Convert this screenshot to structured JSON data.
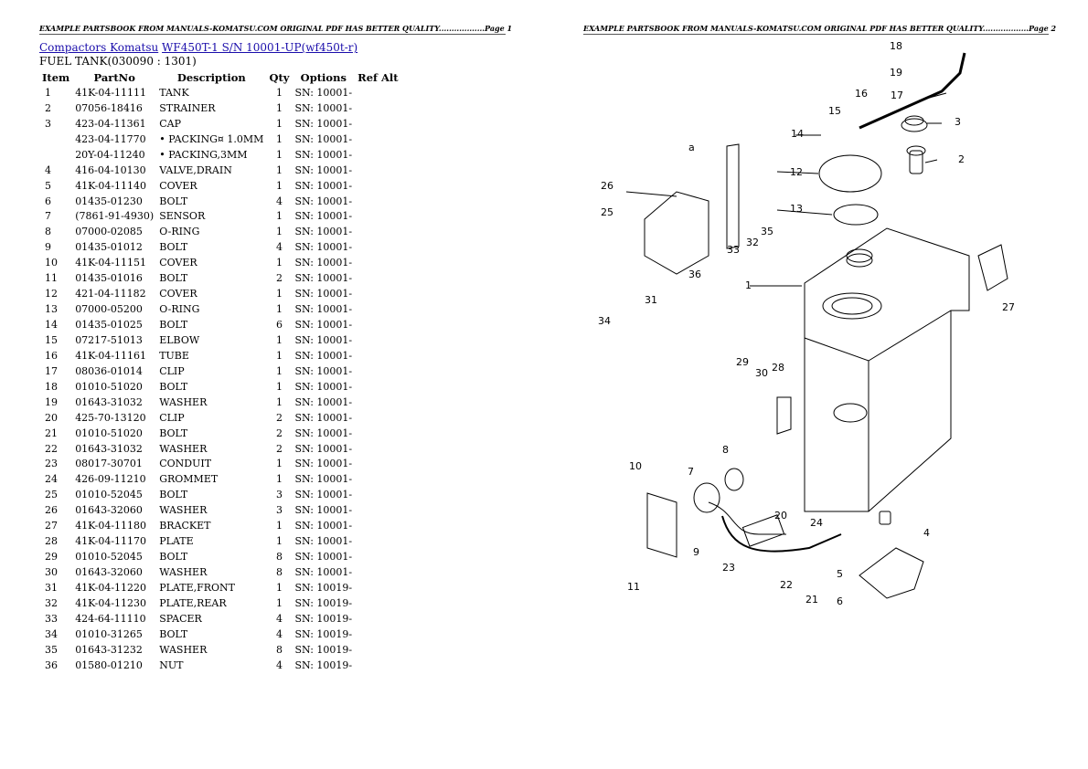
{
  "header": {
    "page1": "EXAMPLE PARTSBOOK FROM MANUALS-KOMATSU.COM ORIGINAL PDF HAS BETTER QUALITY..................Page 1",
    "page2": "EXAMPLE PARTSBOOK FROM MANUALS-KOMATSU.COM ORIGINAL PDF HAS BETTER QUALITY..................Page 2"
  },
  "breadcrumb": {
    "link1": "Compactors Komatsu",
    "link2": "WF450T-1 S/N 10001-UP(wf450t-r)"
  },
  "subtitle": "FUEL TANK(030090 : 1301)",
  "columns": [
    "Item",
    "PartNo",
    "Description",
    "Qty",
    "Options",
    "Ref Alt"
  ],
  "rows": [
    [
      "1",
      "41K-04-11111",
      "TANK",
      "1",
      "SN: 10001-",
      ""
    ],
    [
      "2",
      "07056-18416",
      "STRAINER",
      "1",
      "SN: 10001-",
      ""
    ],
    [
      "3",
      "423-04-11361",
      "CAP",
      "1",
      "SN: 10001-",
      ""
    ],
    [
      "",
      "423-04-11770",
      "• PACKING¤ 1.0MM",
      "1",
      "SN: 10001-",
      ""
    ],
    [
      "",
      "20Y-04-11240",
      "• PACKING,3MM",
      "1",
      "SN: 10001-",
      ""
    ],
    [
      "4",
      "416-04-10130",
      "VALVE,DRAIN",
      "1",
      "SN: 10001-",
      ""
    ],
    [
      "5",
      "41K-04-11140",
      "COVER",
      "1",
      "SN: 10001-",
      ""
    ],
    [
      "6",
      "01435-01230",
      "BOLT",
      "4",
      "SN: 10001-",
      ""
    ],
    [
      "7",
      "(7861-91-4930)",
      "SENSOR",
      "1",
      "SN: 10001-",
      ""
    ],
    [
      "8",
      "07000-02085",
      "O-RING",
      "1",
      "SN: 10001-",
      ""
    ],
    [
      "9",
      "01435-01012",
      "BOLT",
      "4",
      "SN: 10001-",
      ""
    ],
    [
      "10",
      "41K-04-11151",
      "COVER",
      "1",
      "SN: 10001-",
      ""
    ],
    [
      "11",
      "01435-01016",
      "BOLT",
      "2",
      "SN: 10001-",
      ""
    ],
    [
      "12",
      "421-04-11182",
      "COVER",
      "1",
      "SN: 10001-",
      ""
    ],
    [
      "13",
      "07000-05200",
      "O-RING",
      "1",
      "SN: 10001-",
      ""
    ],
    [
      "14",
      "01435-01025",
      "BOLT",
      "6",
      "SN: 10001-",
      ""
    ],
    [
      "15",
      "07217-51013",
      "ELBOW",
      "1",
      "SN: 10001-",
      ""
    ],
    [
      "16",
      "41K-04-11161",
      "TUBE",
      "1",
      "SN: 10001-",
      ""
    ],
    [
      "17",
      "08036-01014",
      "CLIP",
      "1",
      "SN: 10001-",
      ""
    ],
    [
      "18",
      "01010-51020",
      "BOLT",
      "1",
      "SN: 10001-",
      ""
    ],
    [
      "19",
      "01643-31032",
      "WASHER",
      "1",
      "SN: 10001-",
      ""
    ],
    [
      "20",
      "425-70-13120",
      "CLIP",
      "2",
      "SN: 10001-",
      ""
    ],
    [
      "21",
      "01010-51020",
      "BOLT",
      "2",
      "SN: 10001-",
      ""
    ],
    [
      "22",
      "01643-31032",
      "WASHER",
      "2",
      "SN: 10001-",
      ""
    ],
    [
      "23",
      "08017-30701",
      "CONDUIT",
      "1",
      "SN: 10001-",
      ""
    ],
    [
      "24",
      "426-09-11210",
      "GROMMET",
      "1",
      "SN: 10001-",
      ""
    ],
    [
      "25",
      "01010-52045",
      "BOLT",
      "3",
      "SN: 10001-",
      ""
    ],
    [
      "26",
      "01643-32060",
      "WASHER",
      "3",
      "SN: 10001-",
      ""
    ],
    [
      "27",
      "41K-04-11180",
      "BRACKET",
      "1",
      "SN: 10001-",
      ""
    ],
    [
      "28",
      "41K-04-11170",
      "PLATE",
      "1",
      "SN: 10001-",
      ""
    ],
    [
      "29",
      "01010-52045",
      "BOLT",
      "8",
      "SN: 10001-",
      ""
    ],
    [
      "30",
      "01643-32060",
      "WASHER",
      "8",
      "SN: 10001-",
      ""
    ],
    [
      "31",
      "41K-04-11220",
      "PLATE,FRONT",
      "1",
      "SN: 10019-",
      ""
    ],
    [
      "32",
      "41K-04-11230",
      "PLATE,REAR",
      "1",
      "SN: 10019-",
      ""
    ],
    [
      "33",
      "424-64-11110",
      "SPACER",
      "4",
      "SN: 10019-",
      ""
    ],
    [
      "34",
      "01010-31265",
      "BOLT",
      "4",
      "SN: 10019-",
      ""
    ],
    [
      "35",
      "01643-31232",
      "WASHER",
      "8",
      "SN: 10019-",
      ""
    ],
    [
      "36",
      "01580-01210",
      "NUT",
      "4",
      "SN: 10019-",
      ""
    ]
  ],
  "diagram_callouts": [
    "1",
    "2",
    "3",
    "4",
    "5",
    "6",
    "7",
    "8",
    "9",
    "10",
    "11",
    "12",
    "13",
    "14",
    "15",
    "16",
    "17",
    "18",
    "19",
    "20",
    "21",
    "22",
    "23",
    "24",
    "25",
    "26",
    "27",
    "28",
    "29",
    "30",
    "31",
    "32",
    "33",
    "34",
    "35",
    "36",
    "a"
  ]
}
